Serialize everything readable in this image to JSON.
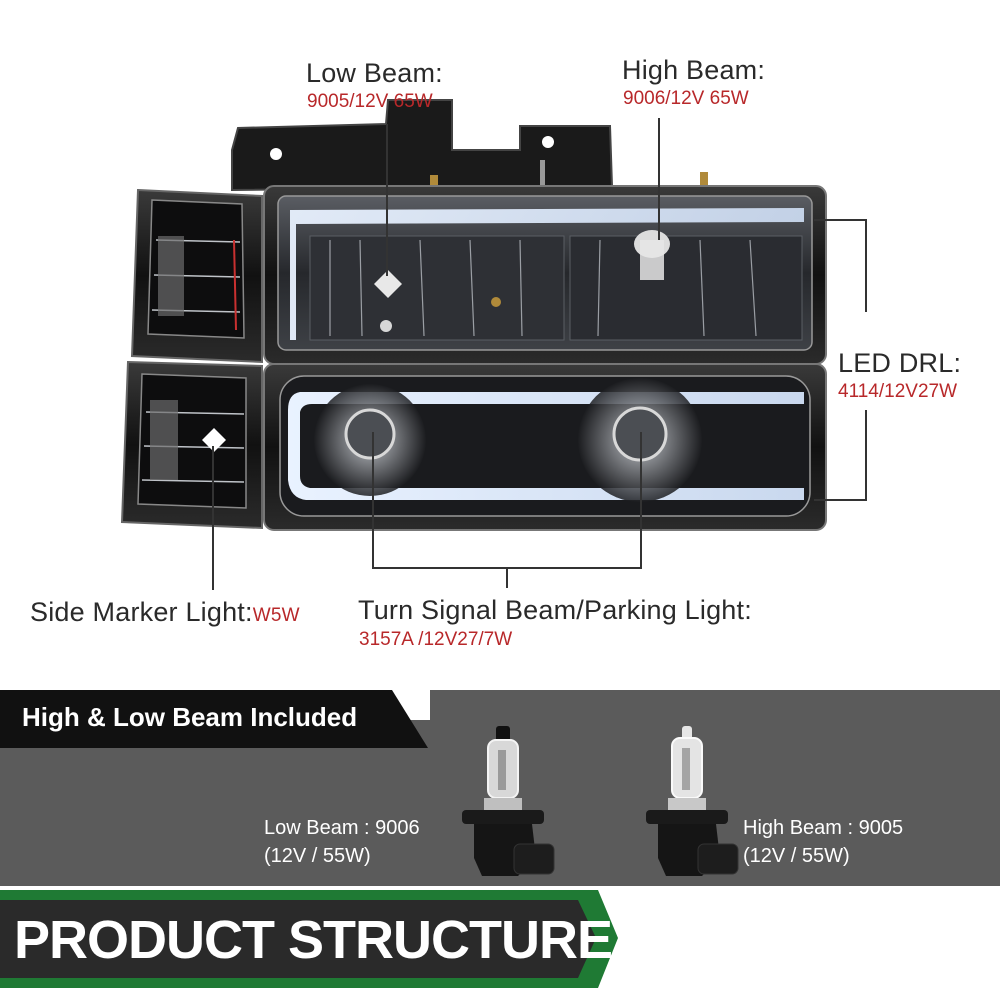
{
  "callouts": {
    "low_beam": {
      "label": "Low Beam:",
      "spec": "9005/12V 65W"
    },
    "high_beam": {
      "label": "High Beam:",
      "spec": "9006/12V 65W"
    },
    "led_drl": {
      "label": "LED DRL:",
      "spec": "4114/12V27W"
    },
    "side_marker": {
      "label": "Side Marker Light:",
      "spec": "W5W"
    },
    "turn_signal": {
      "label": "Turn Signal Beam/Parking Light:",
      "spec": "3157A /12V27/7W"
    }
  },
  "included": {
    "ribbon_label": "High & Low Beam Included",
    "bulbs": [
      {
        "line1": "Low Beam : 9006",
        "line2": "(12V / 55W)"
      },
      {
        "line1": "High Beam : 9005",
        "line2": "(12V / 55W)"
      }
    ]
  },
  "banner": {
    "title": "PRODUCT STRUCTURE"
  },
  "colors": {
    "spec_red": "#b8282a",
    "label_dark": "#2a2a2a",
    "ribbon_black": "#111111",
    "panel_gray": "#5b5b5b",
    "banner_green": "#1f7a34",
    "banner_dark": "#2a2a2a"
  }
}
